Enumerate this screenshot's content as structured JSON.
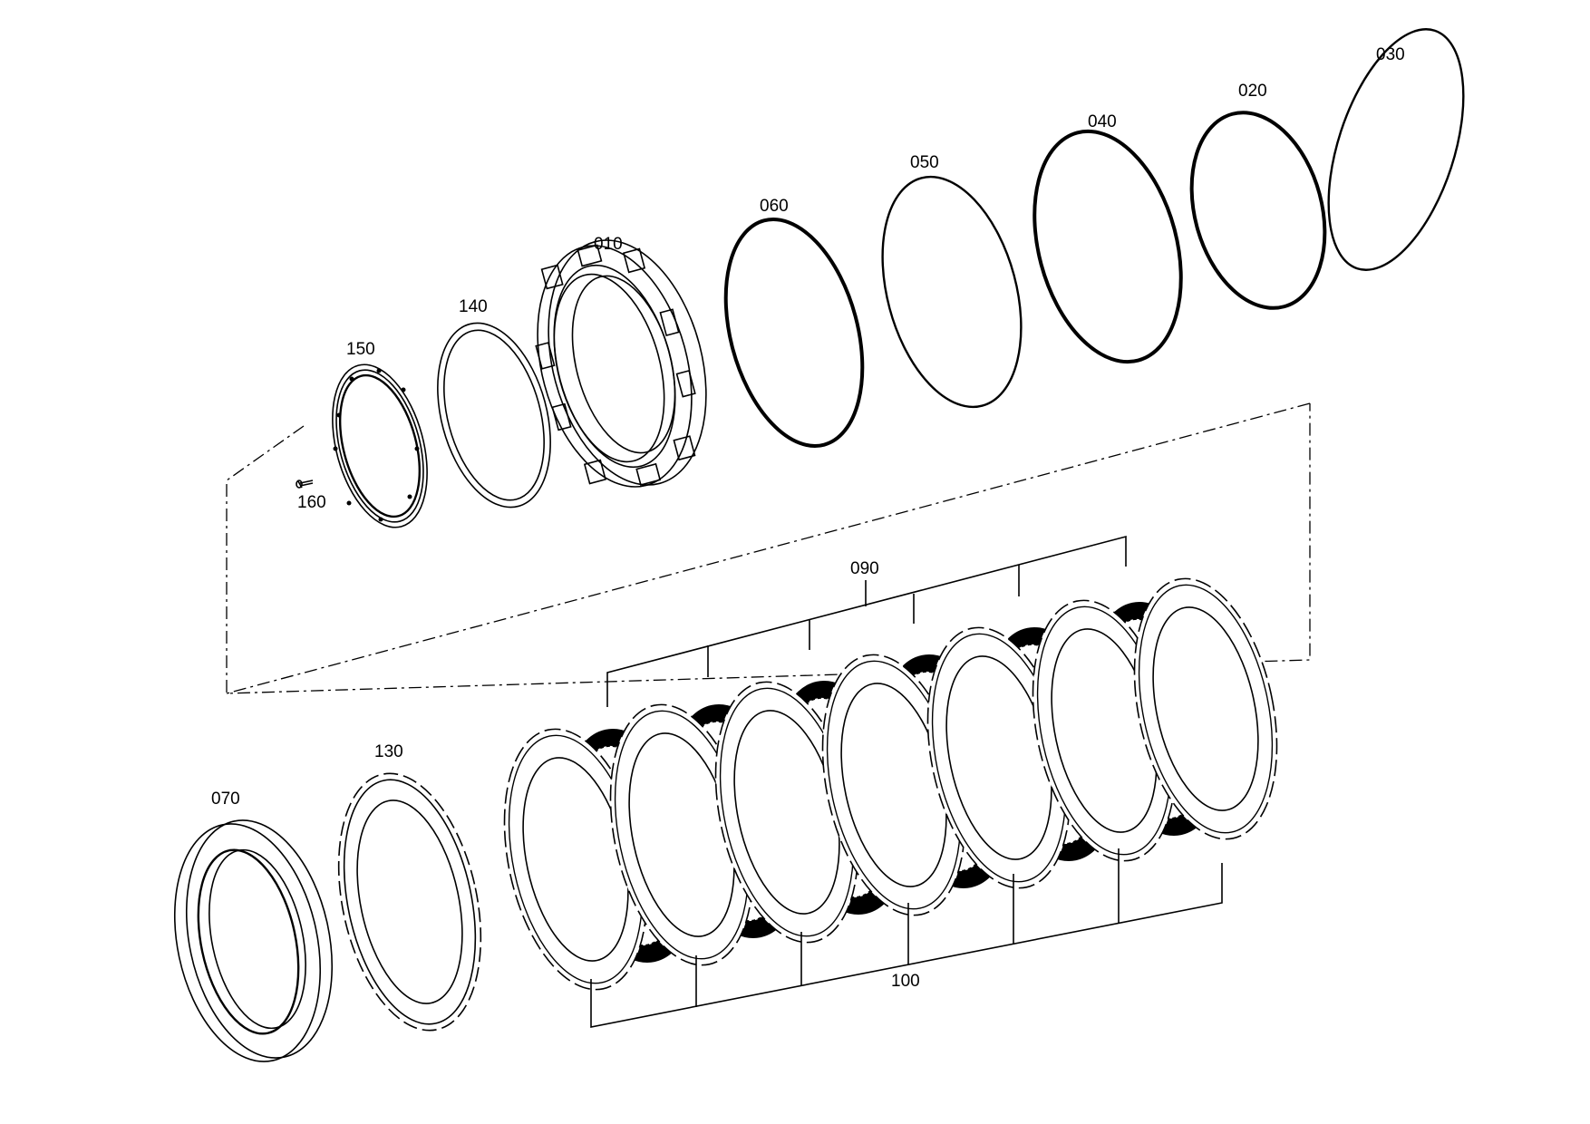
{
  "parts": [
    {
      "id": "p030",
      "label": "030",
      "kind": "o-ring",
      "weight": "medium"
    },
    {
      "id": "p020",
      "label": "020",
      "kind": "o-ring",
      "weight": "heavy"
    },
    {
      "id": "p040",
      "label": "040",
      "kind": "o-ring",
      "weight": "heavy"
    },
    {
      "id": "p050",
      "label": "050",
      "kind": "o-ring",
      "weight": "medium"
    },
    {
      "id": "p060",
      "label": "060",
      "kind": "o-ring",
      "weight": "heavy"
    },
    {
      "id": "p010",
      "label": "010",
      "kind": "piston"
    },
    {
      "id": "p140",
      "label": "140",
      "kind": "ring"
    },
    {
      "id": "p150",
      "label": "150",
      "kind": "retaining-disc"
    },
    {
      "id": "p160",
      "label": "160",
      "kind": "screw"
    },
    {
      "id": "p070",
      "label": "070",
      "kind": "pressure-ring"
    },
    {
      "id": "p130",
      "label": "130",
      "kind": "outer-plate"
    },
    {
      "id": "p090",
      "label": "090",
      "kind": "inner-disc-group"
    },
    {
      "id": "p100",
      "label": "100",
      "kind": "outer-plate-group"
    }
  ],
  "colors": {
    "line": "#000000",
    "background": "#ffffff"
  }
}
